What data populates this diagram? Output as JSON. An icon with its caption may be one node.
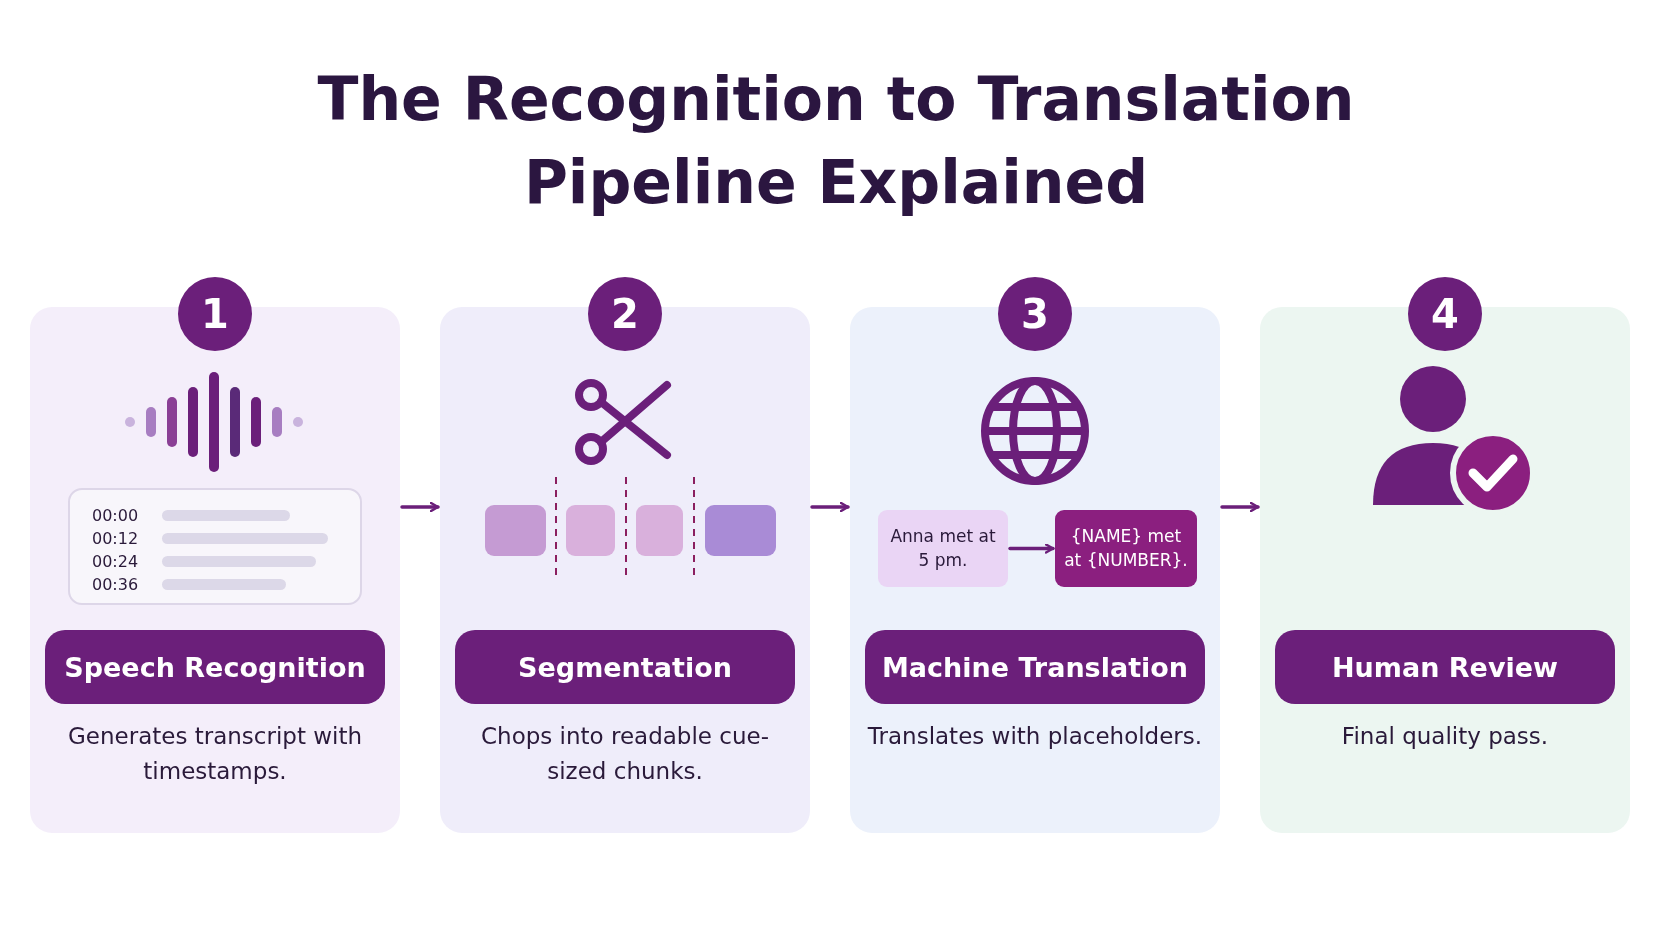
{
  "diagram": {
    "title": "The Recognition to Translation Pipeline Explained",
    "nodes": [
      {
        "text": [
          "Generates transcript with timestamps."
        ]
      },
      {
        "text": [
          "1"
        ],
        "in": 0
      },
      {
        "text": [
          "00:00",
          "00:12",
          "00:24",
          "00:36"
        ],
        "in": 0
      },
      {
        "text": [
          "Speech Recognition"
        ],
        "in": 0
      },
      {
        "text": [
          "Chops into readable cue-sized chunks."
        ]
      },
      {
        "text": [
          "2"
        ],
        "in": 4
      },
      {
        "text": [],
        "shape": "box",
        "in": 4
      },
      {
        "text": [],
        "shape": "box",
        "in": 4
      },
      {
        "text": [],
        "shape": "box",
        "in": 4
      },
      {
        "text": [],
        "shape": "box",
        "in": 4
      },
      {
        "text": [
          "Segmentation"
        ],
        "in": 4
      },
      {
        "text": [
          "Translates with placeholders."
        ]
      },
      {
        "text": [
          "3"
        ],
        "in": 11
      },
      {
        "text": [
          "Anna met at 5 pm."
        ],
        "in": 11
      },
      {
        "text": [
          "{NAME} met at {NUMBER}."
        ],
        "in": 11
      },
      {
        "text": [
          "Machine Translation"
        ],
        "in": 11
      },
      {
        "text": [
          "Final quality pass."
        ]
      },
      {
        "text": [
          "4"
        ],
        "in": 16
      },
      {
        "text": [
          "Human Review"
        ],
        "in": 16
      }
    ],
    "edges": [
      {
        "from": 0,
        "to": 4,
        "arrow": "to"
      },
      {
        "from": 4,
        "to": 11,
        "arrow": "to"
      },
      {
        "from": 11,
        "to": 16,
        "arrow": "to"
      },
      {
        "from": 13,
        "to": 14,
        "arrow": "to"
      }
    ]
  }
}
